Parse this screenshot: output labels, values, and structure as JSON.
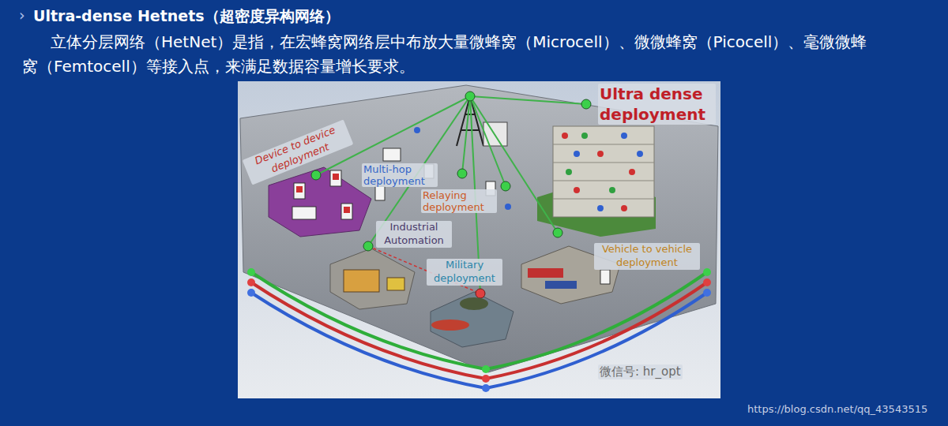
{
  "diagram": {
    "title": "Ultra-dense Hetnets（超密度异构网络）",
    "nodes": [
      {
        "text": [
          "Device to device deployment"
        ]
      },
      {
        "text": [
          "Industrial Automation"
        ]
      },
      {
        "text": [
          "Military deployment"
        ]
      },
      {
        "text": [
          "Vehicle to vehicle deployment"
        ]
      }
    ],
    "labels": [
      "›",
      "立体分层网络（HetNet）是指，在宏蜂窝网络层中布放大量微蜂窝（Microcell）、微微蜂窝（Picocell）、毫微微蜂窝（Femtocell）等接入点，来满足数据容量增长要求。",
      "Ultra dense deployment",
      "Multi-hop deployment",
      "Relaying deployment",
      "微信号: hr_opt",
      "https://blog.csdn.net/qq_43543515"
    ]
  }
}
